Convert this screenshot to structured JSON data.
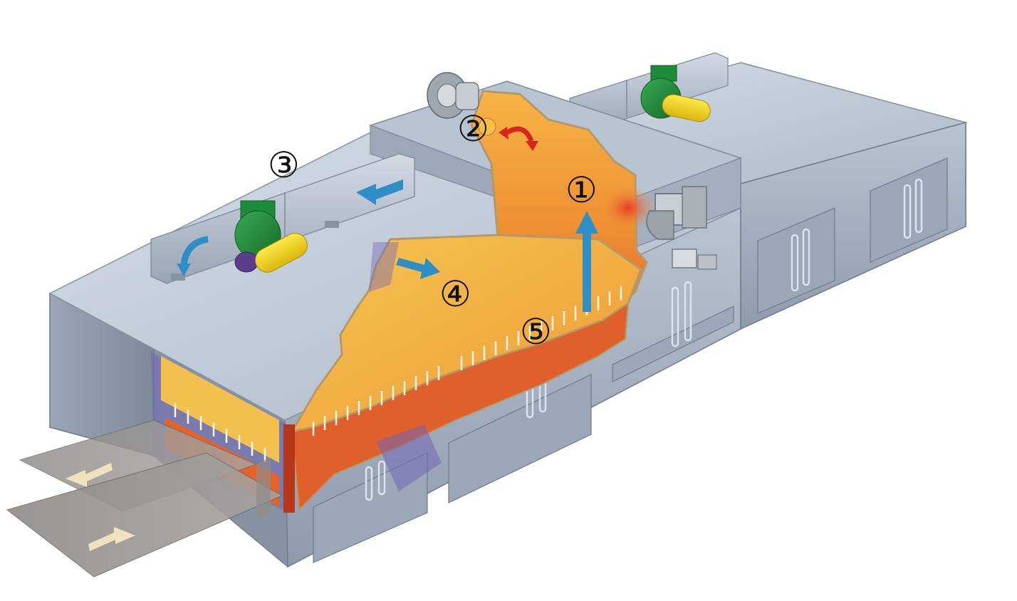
{
  "callouts": {
    "one": "①",
    "two": "②",
    "three": "③",
    "four": "④",
    "five": "⑤"
  },
  "icons": {
    "blowers": "centrifugal-fan-icon",
    "burner": "gas-burner-icon",
    "airflow": "arrow-icon",
    "conveyor": "conveyor-belt-icon"
  },
  "colors": {
    "cabinet": "#A9B4C2",
    "cabinet_dark": "#7F8B9B",
    "roof": "#C6D0DC",
    "hot_chamber": "#F0A23A",
    "hot_inner": "#E2562A",
    "heat_glow": "#E8442C",
    "airflow_blue": "#2E8FC6",
    "return_red": "#D8261C",
    "fan_green": "#1E8B3A",
    "motor_yellow": "#F2D21C",
    "motor_purple": "#5A3E8C",
    "belt_grey": "#9E9A96",
    "belt_arrow": "#EFE2BE"
  }
}
